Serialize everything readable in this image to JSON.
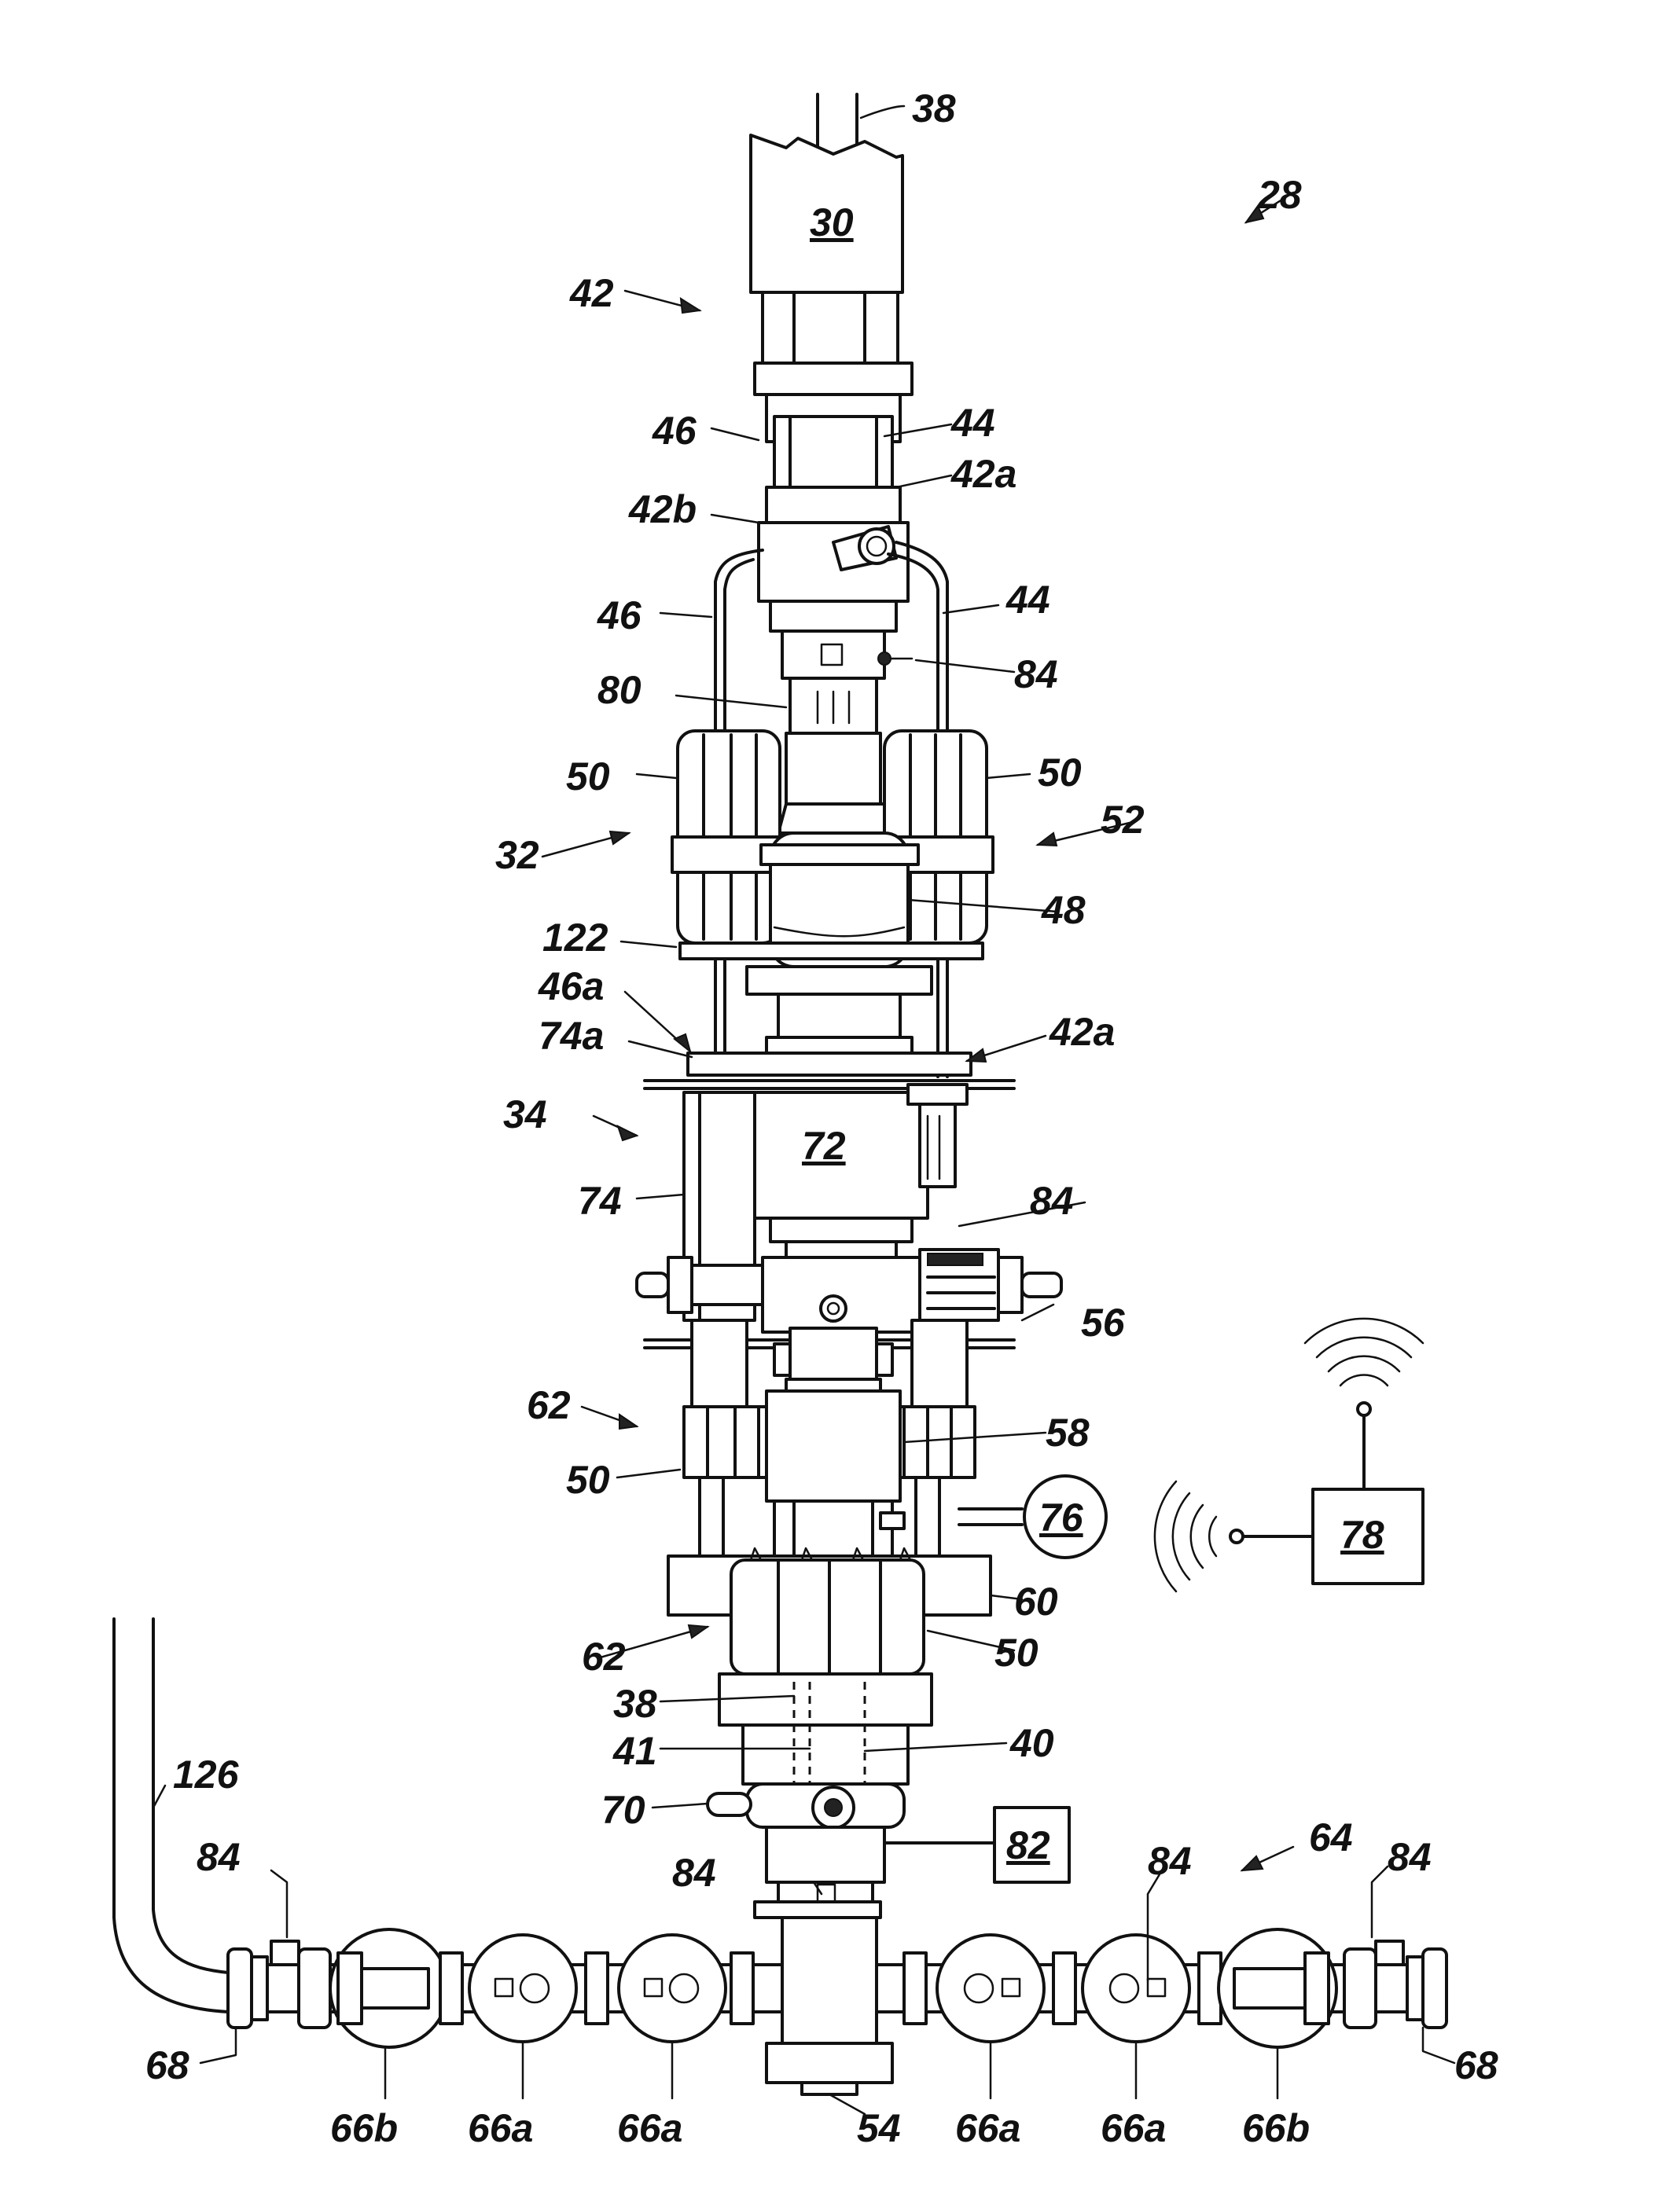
{
  "figure": {
    "labels": {
      "l38a": "38",
      "l28": "28",
      "l30": "30",
      "l42": "42",
      "l46a": "46",
      "l44a": "44",
      "l42b": "42b",
      "l42a1": "42a",
      "l46b": "46",
      "l44b": "44",
      "l80": "80",
      "l84a": "84",
      "l50a": "50",
      "l50b": "50",
      "l32": "32",
      "l52": "52",
      "l48": "48",
      "l122": "122",
      "l46c": "46a",
      "l74a": "74a",
      "l42a2": "42a",
      "l34": "34",
      "l72": "72",
      "l74": "74",
      "l84b": "84",
      "l56": "56",
      "l62a": "62",
      "l58": "58",
      "l50c": "50",
      "l76": "76",
      "l78": "78",
      "l60": "60",
      "l62b": "62",
      "l50d": "50",
      "l38b": "38",
      "l41": "41",
      "l40": "40",
      "l126": "126",
      "l70": "70",
      "l82": "82",
      "l64": "64",
      "l84c": "84",
      "l84d": "84",
      "l84e": "84",
      "l84f": "84",
      "l68a": "68",
      "l68b": "68",
      "l66b1": "66b",
      "l66a1": "66a",
      "l66a2": "66a",
      "l54": "54",
      "l66a3": "66a",
      "l66a4": "66a",
      "l66b2": "66b"
    }
  }
}
